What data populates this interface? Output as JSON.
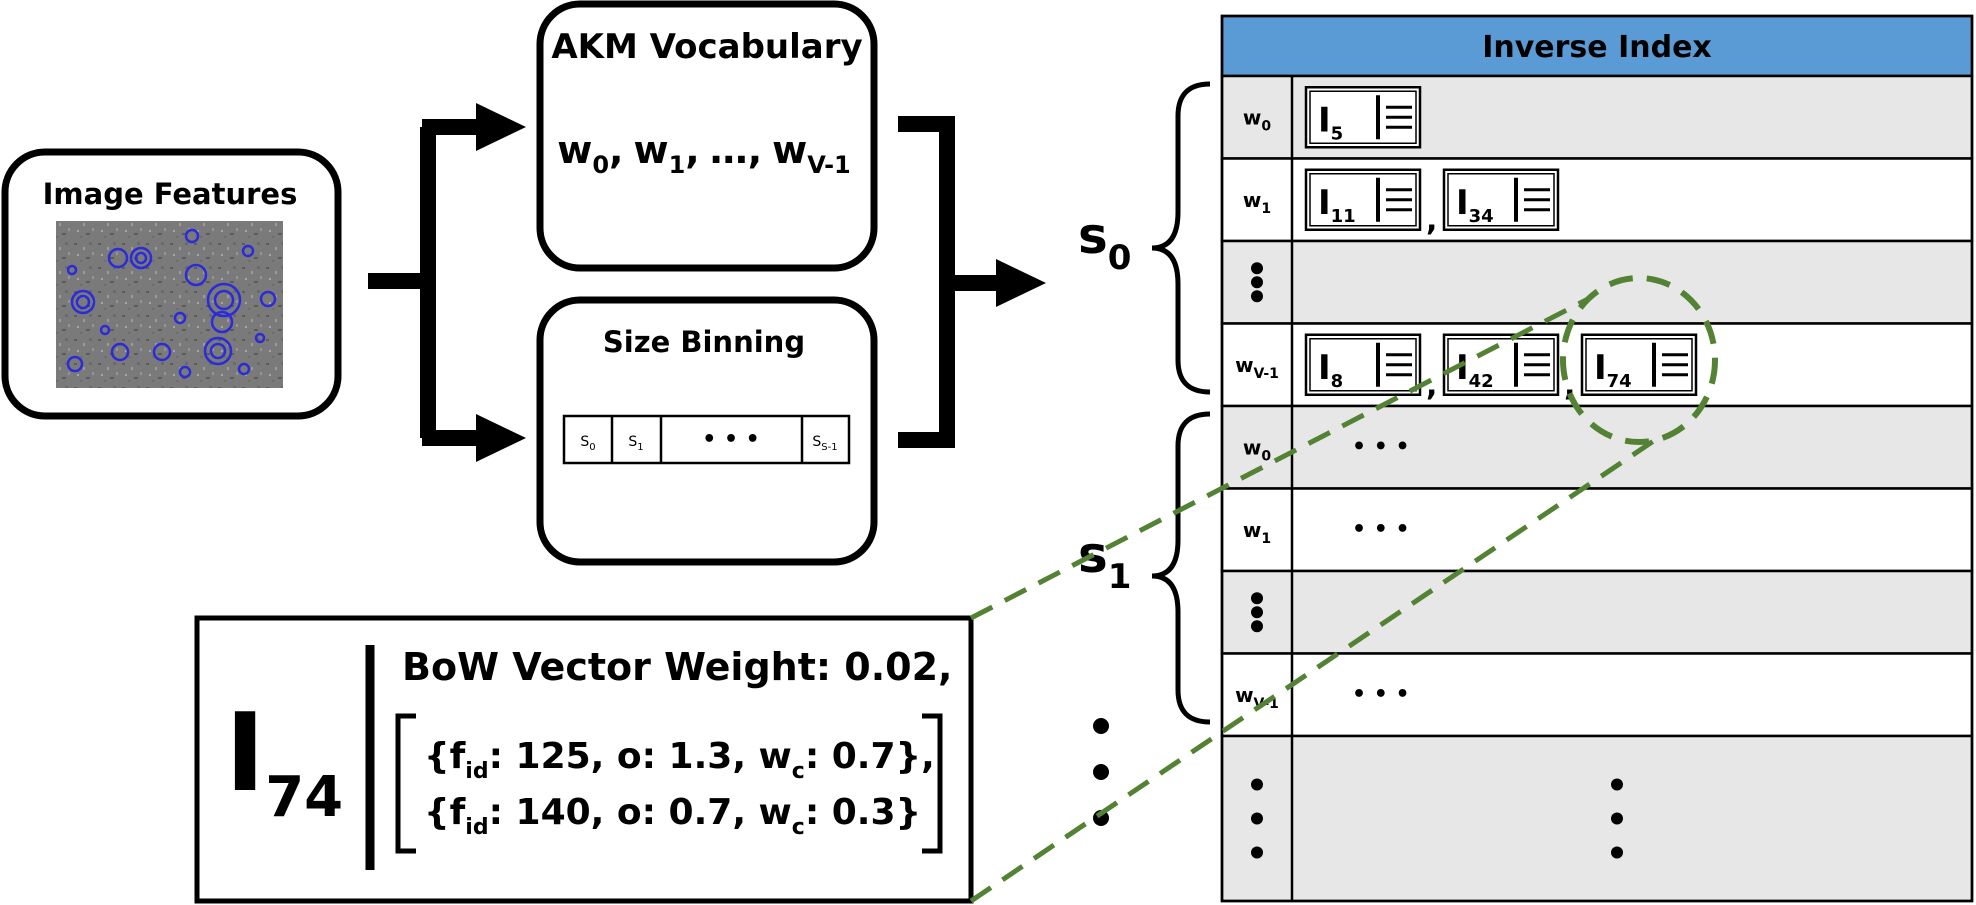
{
  "features": {
    "title": "Image Features"
  },
  "vocab": {
    "title": "AKM Vocabulary",
    "w": "w",
    "sub0": "0",
    "sub1": "1",
    "subV": "V-1",
    "sep": ",",
    "ellipsis": "…"
  },
  "binning": {
    "title": "Size Binning",
    "s": "S",
    "bins": [
      "0",
      "1",
      "S-1"
    ],
    "dots": "• • •"
  },
  "index": {
    "title": "Inverse Index",
    "header_color": "#5b9bd5",
    "sizes": [
      {
        "letter": "s",
        "sub": "0"
      },
      {
        "letter": "s",
        "sub": "1"
      }
    ],
    "rows": [
      {
        "w": "w",
        "sub": "0",
        "postings": [
          "5"
        ]
      },
      {
        "w": "w",
        "sub": "1",
        "postings": [
          "11",
          "34"
        ]
      },
      {
        "w": "",
        "sub": "",
        "postings": []
      },
      {
        "w": "w",
        "sub": "V-1",
        "postings": [
          "8",
          "42",
          "74"
        ]
      },
      {
        "w": "w",
        "sub": "0",
        "postings": []
      },
      {
        "w": "w",
        "sub": "1",
        "postings": []
      },
      {
        "w": "",
        "sub": "",
        "postings": []
      },
      {
        "w": "w",
        "sub": "V-1",
        "postings": []
      }
    ],
    "posting_letter": "I",
    "comma": ",",
    "hdots": "• • •",
    "vdots": "•"
  },
  "detail": {
    "letter": "I",
    "sub": "74",
    "weight_line": "BoW Vector Weight: 0.02,",
    "entries": [
      {
        "open": "{f",
        "id_sub": "id",
        "mid": ": 125, o: 1.3, w",
        "c_sub": "c",
        "close": ": 0.7},"
      },
      {
        "open": "{f",
        "id_sub": "id",
        "mid": ": 140, o: 0.7, w",
        "c_sub": "c",
        "close": ": 0.3}"
      }
    ]
  },
  "colors": {
    "highlight": "#548235",
    "row_shade": "#e7e7e7"
  }
}
